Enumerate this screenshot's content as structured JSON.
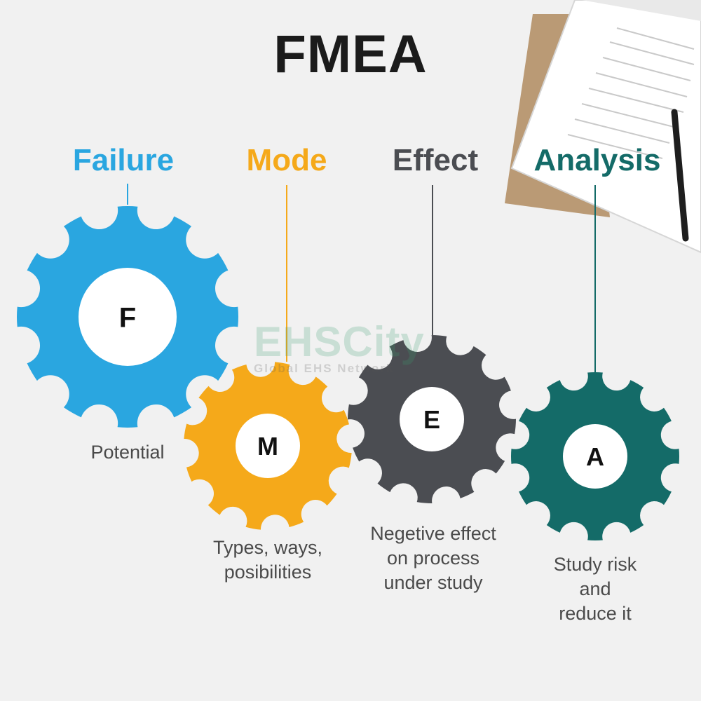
{
  "title": "FMEA",
  "watermark": {
    "brand": "EHSCity",
    "tagline": "Global EHS Network"
  },
  "words": [
    {
      "label": "Failure",
      "color": "#2aa6e0"
    },
    {
      "label": "Mode",
      "color": "#f5a91a"
    },
    {
      "label": "Effect",
      "color": "#4b4d52"
    },
    {
      "label": "Analysis",
      "color": "#146b68"
    }
  ],
  "gears": [
    {
      "letter": "F",
      "color": "#2aa6e0"
    },
    {
      "letter": "M",
      "color": "#f5a91a"
    },
    {
      "letter": "E",
      "color": "#4b4d52"
    },
    {
      "letter": "A",
      "color": "#146b68"
    }
  ],
  "descriptions": [
    "Potential",
    "Types, ways,\nposibilities",
    "Negetive effect\non process\nunder study",
    "Study risk and\nreduce it"
  ]
}
